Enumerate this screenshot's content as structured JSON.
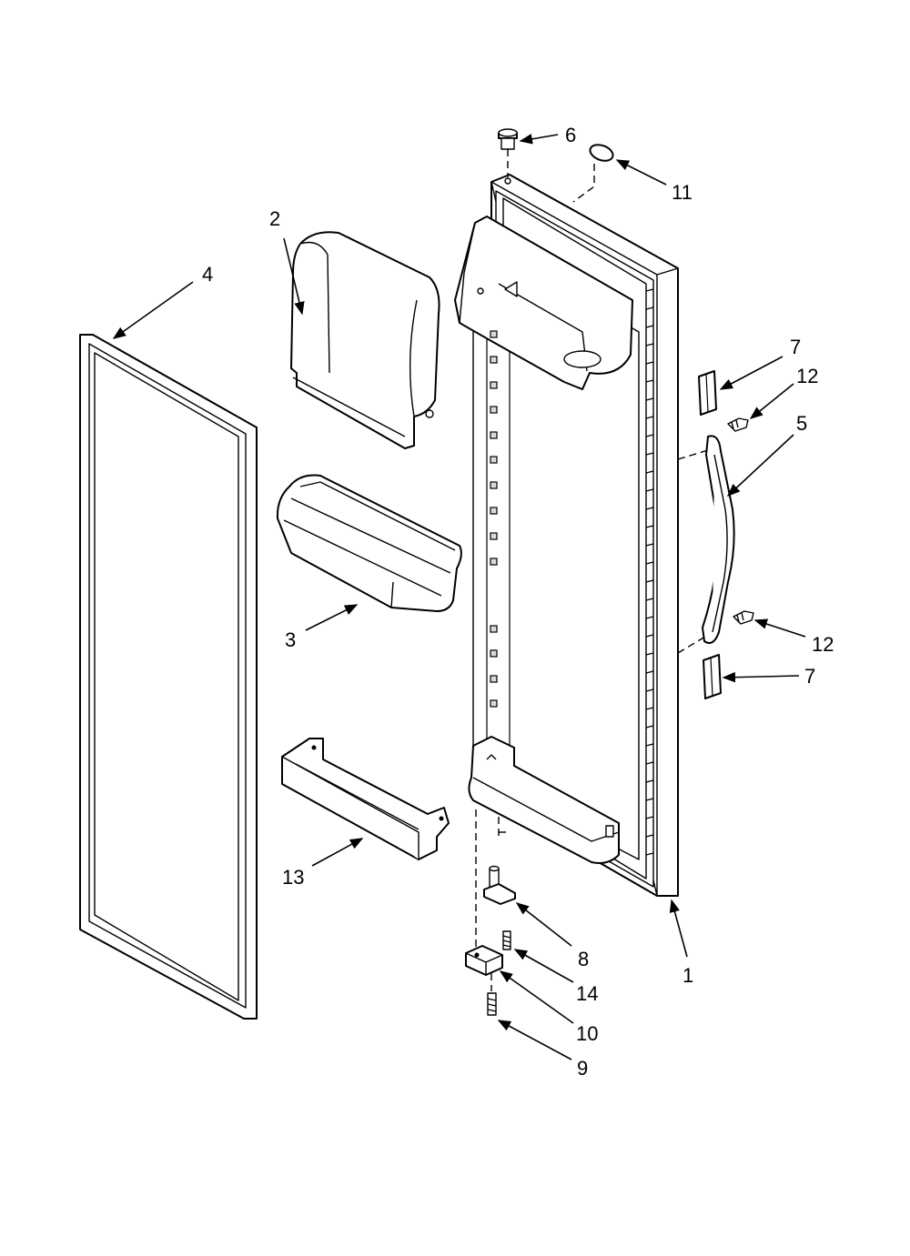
{
  "diagram": {
    "colors": {
      "line": "#000000",
      "background": "#ffffff",
      "shade": "#d9d9d9"
    },
    "callouts": [
      {
        "id": "c1",
        "label": "1"
      },
      {
        "id": "c2",
        "label": "2"
      },
      {
        "id": "c3",
        "label": "3"
      },
      {
        "id": "c4",
        "label": "4"
      },
      {
        "id": "c5",
        "label": "5"
      },
      {
        "id": "c6",
        "label": "6"
      },
      {
        "id": "c7a",
        "label": "7"
      },
      {
        "id": "c7b",
        "label": "7"
      },
      {
        "id": "c8",
        "label": "8"
      },
      {
        "id": "c9",
        "label": "9"
      },
      {
        "id": "c10",
        "label": "10"
      },
      {
        "id": "c11",
        "label": "11"
      },
      {
        "id": "c12a",
        "label": "12"
      },
      {
        "id": "c12b",
        "label": "12"
      },
      {
        "id": "c13",
        "label": "13"
      },
      {
        "id": "c14",
        "label": "14"
      }
    ]
  }
}
